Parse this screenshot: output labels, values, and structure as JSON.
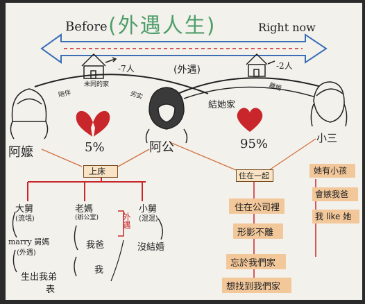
{
  "header": {
    "before": "Before",
    "title": "(外遇人生)",
    "right_now": "Right now"
  },
  "center_top_label": "(外遇)",
  "left_house_count": "-7人",
  "right_house_count": "-2人",
  "left_arc_labels": [
    "陪伴",
    "未同的家",
    "劣实"
  ],
  "right_arc_labels": [
    "結她家",
    "離婚"
  ],
  "people": {
    "mother": "阿嬤",
    "father": "阿公",
    "mistress": "小三"
  },
  "percents": {
    "left": "5%",
    "right": "95%"
  },
  "left_hub": "上床",
  "left_children": [
    {
      "name": "大舅",
      "sub": "(流氓)",
      "notes": [
        "marry 舅媽",
        "(外遇)",
        "生出我弟",
        "表"
      ]
    },
    {
      "name": "老媽",
      "sub": "(辦公室)",
      "notes": [
        "我爸",
        "我"
      ]
    },
    {
      "name": "小舅",
      "sub": "(混混)",
      "notes": [
        "沒結婚"
      ]
    }
  ],
  "father_affair_note": "外遇",
  "center_hub": "住在一起",
  "center_notes": [
    "住在公司裡",
    "形影不離",
    "忘於我們家",
    "想找到我們家"
  ],
  "right_notes": [
    "她有小孩",
    "會嫉我爸",
    "我 like 她"
  ],
  "colors": {
    "paper": "#f3f1ec",
    "red": "#c8262a",
    "blue": "#3a6fb7",
    "green_title": "#4f9e6a",
    "pink": "#e07a8a",
    "sticky": "#f2c79a"
  }
}
